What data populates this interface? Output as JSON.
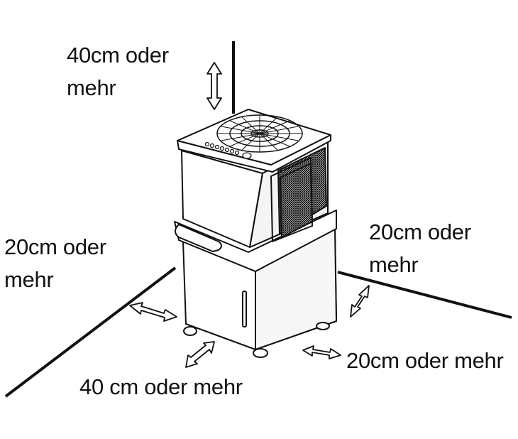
{
  "labels": {
    "top": {
      "line1": "40cm oder",
      "line2": "mehr"
    },
    "left": {
      "line1": "20cm oder",
      "line2": "mehr"
    },
    "right": {
      "line1": "20cm oder",
      "line2": "mehr"
    },
    "front": {
      "text": "40 cm oder mehr"
    },
    "side": {
      "text": "20cm oder mehr"
    }
  },
  "colors": {
    "ink": "#111111",
    "paper": "#ffffff",
    "panel": "#f4f4f4"
  }
}
